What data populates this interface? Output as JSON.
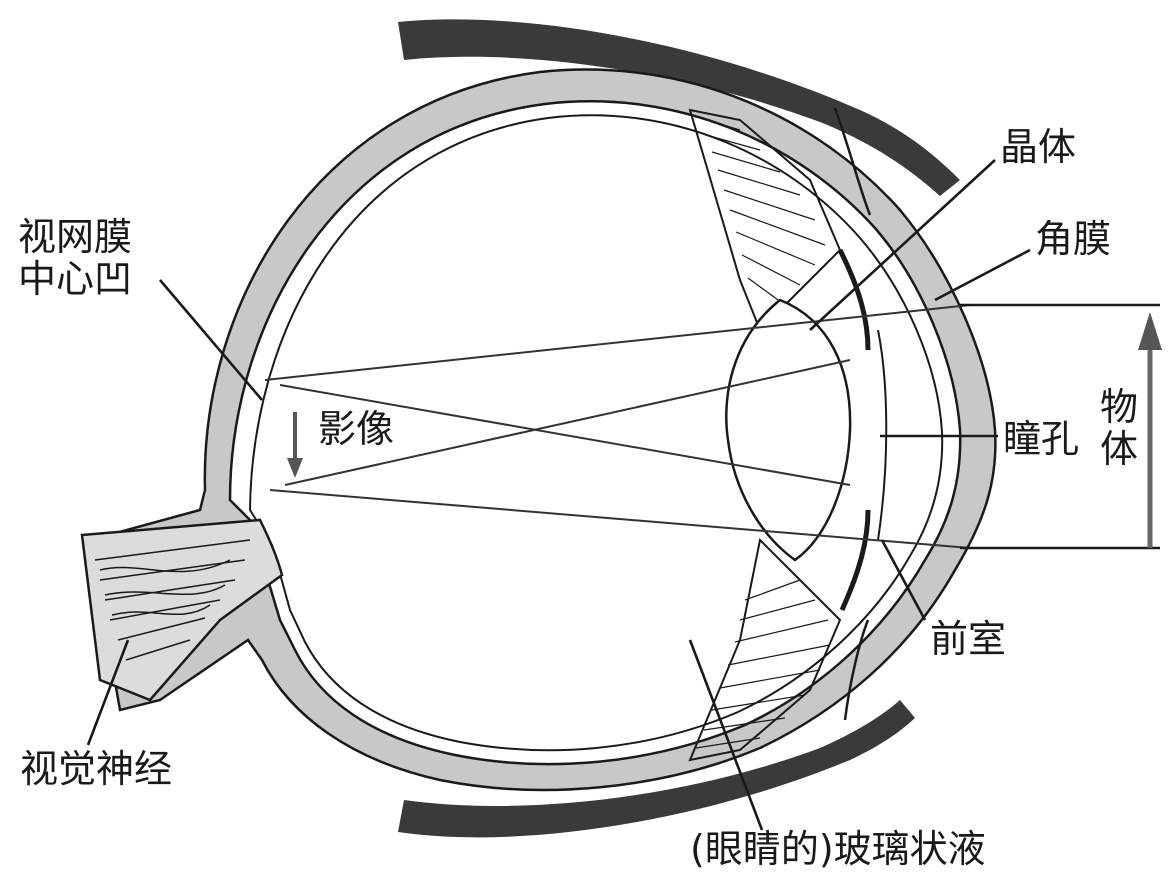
{
  "labels": {
    "lens": "晶体",
    "cornea": "角膜",
    "fovea_line1": "视网膜",
    "fovea_line2": "中心凹",
    "image": "影像",
    "pupil": "瞳孔",
    "object_char1": "物",
    "object_char2": "体",
    "anterior_chamber": "前室",
    "optic_nerve": "视觉神经",
    "vitreous": "(眼睛的)玻璃状液"
  },
  "colors": {
    "ink": "#1a1a1a",
    "sclera_fill": "#c8c8c8",
    "muscle_fill": "#3a3a3a",
    "background": "#ffffff"
  }
}
